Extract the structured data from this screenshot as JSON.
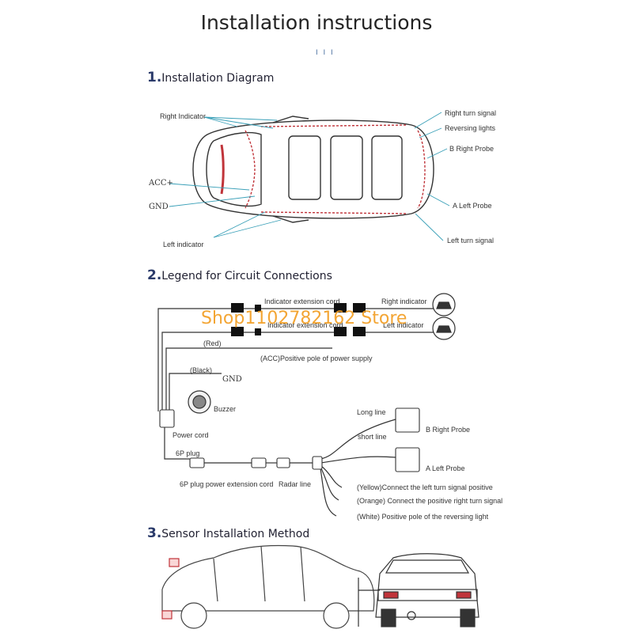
{
  "title": "Installation instructions",
  "title_marks": "I I I",
  "sections": [
    {
      "num": "1.",
      "label": "Installation Diagram"
    },
    {
      "num": "2.",
      "label": "Legend for Circuit Connections"
    },
    {
      "num": "3.",
      "label": "Sensor Installation Method"
    }
  ],
  "diagram1": {
    "right_indicator": "Right Indicator",
    "acc": "ACC+",
    "gnd": "GND",
    "left_indicator": "Left indicator",
    "right_turn_signal": "Right turn signal",
    "reversing_lights": "Reversing lights",
    "b_right_probe": "B Right Probe",
    "a_left_probe": "A Left Probe",
    "left_turn_signal": "Left turn signal"
  },
  "diagram2": {
    "indicator_ext_top": "Indicator extension cord",
    "right_indicator": "Right indicator",
    "indicator_ext_bottom": "Indicator extension cord",
    "left_indicator": "Left indicator",
    "red": "(Red)",
    "acc_positive": "(ACC)Positive pole of power supply",
    "black": "(Black)",
    "gnd": "GND",
    "buzzer": "Buzzer",
    "power_cord": "Power cord",
    "plug_6p": "6P plug",
    "plug_ext": "6P plug power extension cord",
    "radar_line": "Radar  line",
    "long_line": "Long line",
    "short_line": "short line",
    "b_right_probe": "B Right Probe",
    "a_left_probe": "A Left Probe",
    "yellow": "(Yellow)Connect the left turn signal positive",
    "orange": "(Orange) Connect the positive right turn signal",
    "white": "(White) Positive pole of the reversing light"
  },
  "watermark": "Shop1102782162 Store",
  "colors": {
    "accent": "#2a3a6a",
    "wire": "#333333",
    "pointer": "#3aa0b8",
    "watermark": "#f3a12a",
    "red_lines": "#c0343a"
  }
}
